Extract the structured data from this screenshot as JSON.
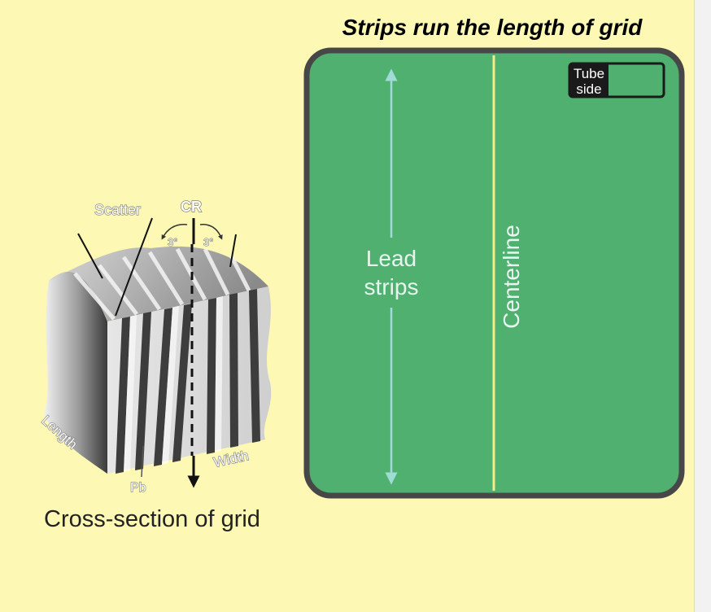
{
  "title": "Strips run the length of grid",
  "grid_face": {
    "lead_strips_lines": [
      "Lead",
      "strips"
    ],
    "centerline": "Centerline",
    "tube_side_lines": [
      "Tube",
      "side"
    ]
  },
  "cross_section": {
    "scatter": "Scatter",
    "cr": "CR",
    "angle_left": "3°",
    "angle_right": "3°",
    "length": "Length",
    "width": "Width",
    "pb": "Pb",
    "caption": "Cross-section of grid"
  },
  "colors": {
    "background": "#fef8b5",
    "grid_green": "#4fb06f",
    "grid_border": "#474747",
    "centerline": "#f6ec8a",
    "arrow": "#9fdcd6"
  }
}
